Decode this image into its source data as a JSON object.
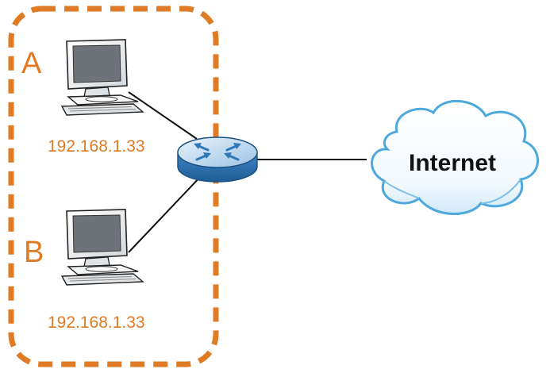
{
  "hosts": [
    {
      "label": "A",
      "ip": "192.168.1.33"
    },
    {
      "label": "B",
      "ip": "192.168.1.33"
    }
  ],
  "internet_label": "Internet",
  "colors": {
    "accent": "#e07b25",
    "line": "#111111",
    "monitor_screen": "#6d7379",
    "router_blue": "#2f78b8",
    "cloud_stroke": "#4da8dc"
  },
  "icons": {
    "computer": "computer-icon",
    "router": "router-icon",
    "cloud": "cloud-icon"
  }
}
